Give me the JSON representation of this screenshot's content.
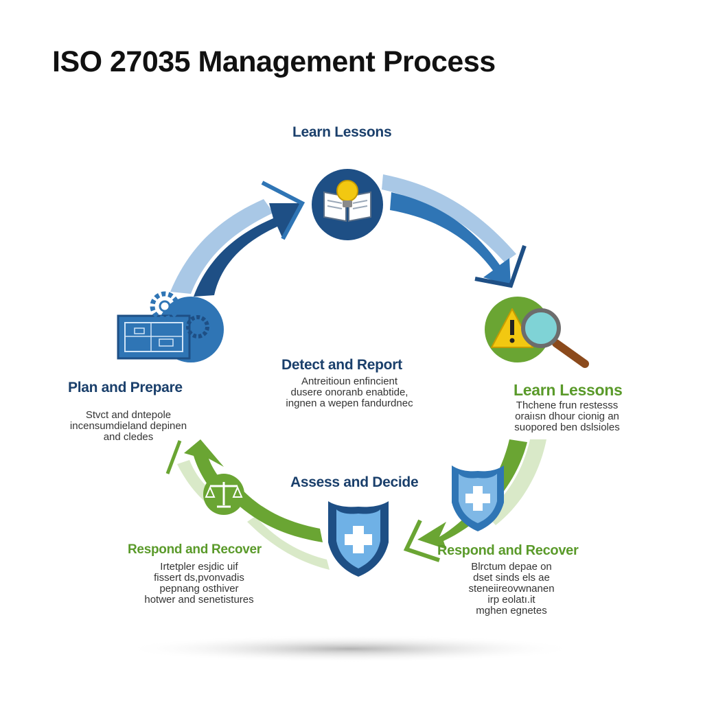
{
  "title": "ISO 27035 Management Process",
  "colors": {
    "navy": "#1e4f85",
    "blue": "#2f75b5",
    "light_blue": "#a9c8e6",
    "green": "#6aa533",
    "light_green": "#d9e9c8",
    "yellow": "#f2c811"
  },
  "stages": {
    "top": {
      "label": "Learn Lessons",
      "icon": "book-lightbulb-icon"
    },
    "center": {
      "label": "Detect and Report",
      "lines": [
        "Antreitioun enfincient",
        "dusere onoranb enabtide,",
        "ingnen a wepen fandurdnec"
      ]
    },
    "left": {
      "label": "Plan and Prepare",
      "icon": "blueprint-gears-icon",
      "lines": [
        "Stvct and dntepole",
        "incensumdieland depinen",
        "and cledes"
      ]
    },
    "right": {
      "label": "Learn  Lessons",
      "icon": "warning-magnifier-icon",
      "lines": [
        "Thchene frun restesss",
        "oraiısn dhour cionig an",
        "suopored ben dslsioles"
      ]
    },
    "assess": {
      "label": "Assess and Decide",
      "icon": "shield-cross-icon"
    },
    "bottom_left": {
      "label": "Respond and Recover",
      "icon": "balance-scale-icon",
      "lines": [
        "Irtetpler esjdic uif",
        "fissert ds,pvonvadis",
        "pepnang osthiver",
        "hotwer and senetistures"
      ]
    },
    "bottom_right": {
      "label": "Respond and Recover",
      "icon": "shield-plus-icon",
      "lines": [
        "Blrctum depae on",
        "dset sinds els ae",
        "steneiireovwnanen",
        "irp eolatı.it",
        "mghen egnetes"
      ]
    }
  }
}
